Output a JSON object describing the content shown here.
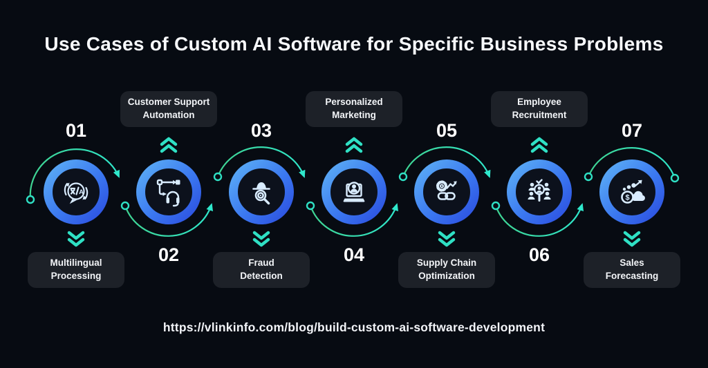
{
  "title": "Use Cases of Custom AI Software for Specific Business Problems",
  "footer": {
    "url": "https://vlinkinfo.com/blog/build-custom-ai-software-development"
  },
  "colors": {
    "background": "#070b12",
    "ring_blue_light": "#5caef5",
    "ring_blue_dark": "#2c4fe0",
    "accent_teal": "#2fe0c4",
    "arc_green": "#3fd492",
    "label_box_bg": "#1d2128",
    "text": "#f5f7fa"
  },
  "steps": [
    {
      "num": "01",
      "label": "Multilingual Processing",
      "label_lines": [
        "Multilingual",
        "Processing"
      ],
      "label_position": "bottom",
      "icon": "translation-icon",
      "icon_text": "文/A",
      "icon_text_latin": "A"
    },
    {
      "num": "02",
      "label": "Customer Support Automation",
      "label_lines": [
        "Customer Support",
        "Automation"
      ],
      "label_position": "top",
      "icon": "headset-workflow-icon"
    },
    {
      "num": "03",
      "label": "Fraud Detection",
      "label_lines": [
        "Fraud",
        "Detection"
      ],
      "label_position": "bottom",
      "icon": "spy-magnifier-icon"
    },
    {
      "num": "04",
      "label": "Personalized Marketing",
      "label_lines": [
        "Personalized",
        "Marketing"
      ],
      "label_position": "top",
      "icon": "laptop-user-icon"
    },
    {
      "num": "05",
      "label": "Supply Chain Optimization",
      "label_lines": [
        "Supply Chain",
        "Optimization"
      ],
      "label_position": "bottom",
      "icon": "gear-chain-icon"
    },
    {
      "num": "06",
      "label": "Employee Recruitment",
      "label_lines": [
        "Employee",
        "Recruitment"
      ],
      "label_position": "top",
      "icon": "people-search-icon"
    },
    {
      "num": "07",
      "label": "Sales Forecasting",
      "label_lines": [
        "Sales",
        "Forecasting"
      ],
      "label_position": "bottom",
      "icon": "dollar-growth-icon",
      "icon_text": "$"
    }
  ]
}
